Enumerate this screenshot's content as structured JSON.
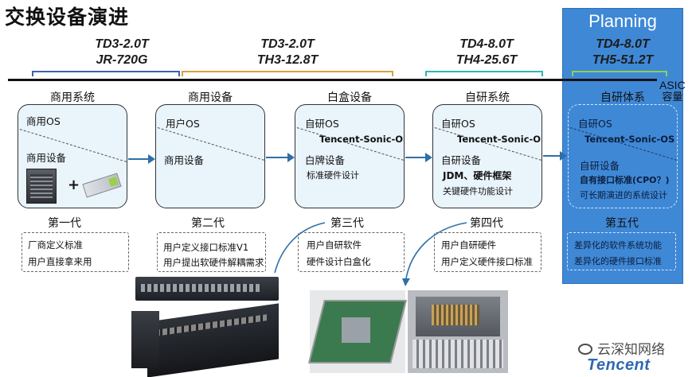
{
  "title": "交换设备演进",
  "planning": "Planning",
  "asic_axis": {
    "label_line1": "ASIC",
    "label_line2": "容量"
  },
  "asic_labels": [
    {
      "line1": "TD3-2.0T",
      "line2": "JR-720G"
    },
    {
      "line1": "TD3-2.0T",
      "line2": "TH3-12.8T"
    },
    {
      "line1": "TD4-8.0T",
      "line2": "TH4-25.6T"
    },
    {
      "line1": "TD4-8.0T",
      "line2": "TH5-51.2T"
    }
  ],
  "generations": [
    {
      "title": "商用系统",
      "upper": "商用OS",
      "upper_detail": "",
      "lower": "商用设备",
      "lower_detail_1": "",
      "lower_detail_2": "",
      "label": "第一代",
      "desc": [
        "厂商定义标准",
        "用户直接拿来用"
      ]
    },
    {
      "title": "商用设备",
      "upper": "用户OS",
      "upper_detail": "",
      "lower": "商用设备",
      "lower_detail_1": "",
      "lower_detail_2": "",
      "label": "第二代",
      "desc": [
        "用户定义接口标准V1",
        "用户提出软硬件解耦需求"
      ]
    },
    {
      "title": "白盒设备",
      "upper": "自研OS",
      "upper_detail": "Tencent-Sonic-OS",
      "lower": "白牌设备",
      "lower_detail_1": "标准硬件设计",
      "lower_detail_2": "",
      "label": "第三代",
      "desc": [
        "用户自研软件",
        "硬件设计白盒化"
      ]
    },
    {
      "title": "自研系统",
      "upper": "自研OS",
      "upper_detail": "Tencent-Sonic-OS",
      "lower": "自研设备",
      "lower_detail_1": "JDM、硬件框架",
      "lower_detail_2": "关键硬件功能设计",
      "label": "第四代",
      "desc": [
        "用户自研硬件",
        "用户定义硬件接口标准"
      ]
    },
    {
      "title": "自研体系",
      "upper": "自研OS",
      "upper_detail": "Tencent-Sonic-OS",
      "lower": "自研设备",
      "lower_detail_1": "自有接口标准(CPO？)",
      "lower_detail_2": "可长期演进的系统设计",
      "label": "第五代",
      "desc": [
        "差异化的软件系统功能",
        "差异化的硬件接口标准"
      ]
    }
  ],
  "plus_sign": "+",
  "watermark": "云深知网络",
  "brand": "Tencent"
}
